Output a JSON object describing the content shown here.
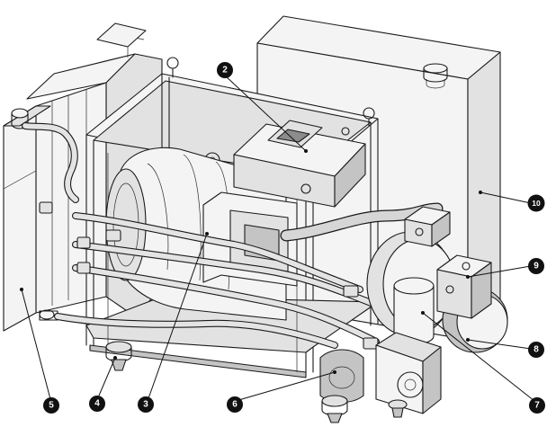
{
  "figure": {
    "callouts": [
      {
        "id": "c2",
        "label": "2"
      },
      {
        "id": "c3",
        "label": "3"
      },
      {
        "id": "c4",
        "label": "4"
      },
      {
        "id": "c5",
        "label": "5"
      },
      {
        "id": "c6",
        "label": "6"
      },
      {
        "id": "c7",
        "label": "7"
      },
      {
        "id": "c8",
        "label": "8"
      },
      {
        "id": "c9",
        "label": "9"
      },
      {
        "id": "c10",
        "label": "10"
      }
    ]
  },
  "colors": {
    "line": "#1a1a1a",
    "callout_fill": "#111111",
    "callout_text": "#ffffff"
  }
}
